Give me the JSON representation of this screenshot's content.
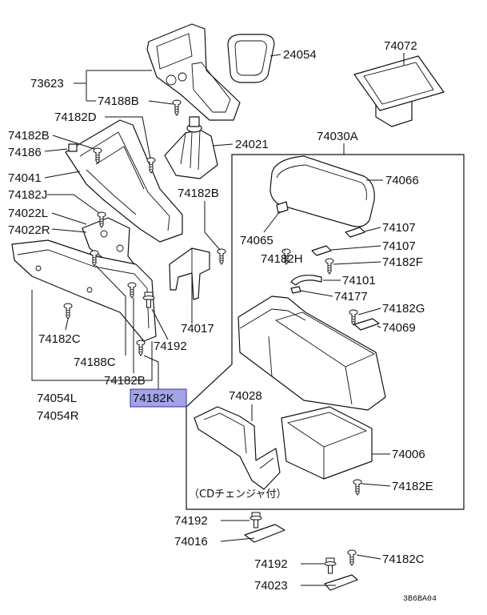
{
  "labels": {
    "p73623": "73623",
    "p74188B": "74188B",
    "p74182D": "74182D",
    "p74182B_a": "74182B",
    "p74186": "74186",
    "p74041": "74041",
    "p74182J": "74182J",
    "p74022L": "74022L",
    "p74022R": "74022R",
    "p24054": "24054",
    "p74072": "74072",
    "p24021": "24021",
    "p74030A": "74030A",
    "p74066": "74066",
    "p74182B_b": "74182B",
    "p74107_a": "74107",
    "p74107_b": "74107",
    "p74065": "74065",
    "p74182H": "74182H",
    "p74182F": "74182F",
    "p74101": "74101",
    "p74177": "74177",
    "p74182G": "74182G",
    "p74069": "74069",
    "p74017": "74017",
    "p74192_a": "74192",
    "p74182C_a": "74182C",
    "p74188C": "74188C",
    "p74182B_c": "74182B",
    "p74182K": "74182K",
    "p74054L": "74054L",
    "p74054R": "74054R",
    "p74028": "74028",
    "p74006": "74006",
    "p74182E": "74182E",
    "p74192_b": "74192",
    "p74016": "74016",
    "p74192_c": "74192",
    "p74182C_b": "74182C",
    "p74023": "74023"
  },
  "caption": "（CDチェンジャ付）",
  "drawing_code": "3B6BA04",
  "highlight_color": "#a3a3e6"
}
